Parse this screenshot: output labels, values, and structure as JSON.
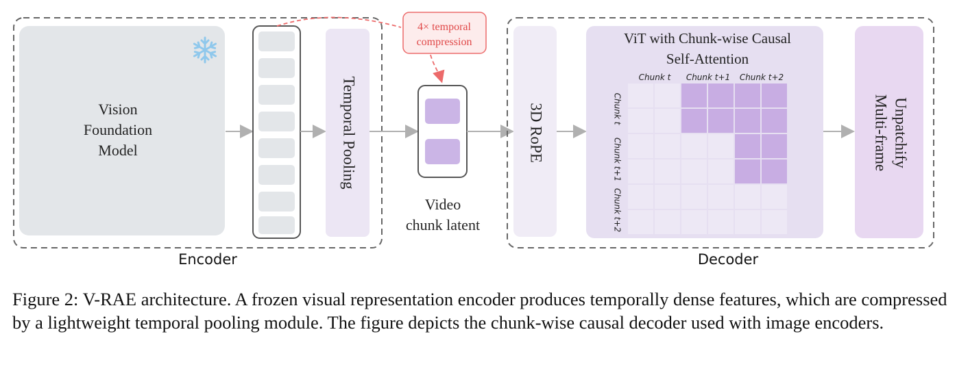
{
  "encoder": {
    "vfm_label": [
      "Vision",
      "Foundation",
      "Model"
    ],
    "pooling_label": "Temporal Pooling",
    "section_label": "Encoder",
    "frozen_icon": "snowflake-icon"
  },
  "compression_note": [
    "4× temporal",
    "compression"
  ],
  "latent": {
    "label": [
      "Video",
      "chunk latent"
    ]
  },
  "decoder": {
    "rope_label": "3D RoPE",
    "vit_title": [
      "ViT with Chunk-wise Causal",
      "Self-Attention"
    ],
    "chunk_cols": [
      "Chunk t",
      "Chunk t+1",
      "Chunk t+2"
    ],
    "chunk_rows": [
      "Chunk t",
      "Chunk t+1",
      "Chunk t+2"
    ],
    "unpatchify_label": [
      "Multi-frame",
      "Unpatchify"
    ],
    "section_label": "Decoder"
  },
  "attention_mask": [
    [
      0,
      0,
      1,
      1,
      1,
      1
    ],
    [
      0,
      0,
      1,
      1,
      1,
      1
    ],
    [
      0,
      0,
      0,
      0,
      1,
      1
    ],
    [
      0,
      0,
      0,
      0,
      1,
      1
    ],
    [
      0,
      0,
      0,
      0,
      0,
      0
    ],
    [
      0,
      0,
      0,
      0,
      0,
      0
    ]
  ],
  "colors": {
    "vfm_fill": "#e3e6e9",
    "token_fill": "#e3e6e9",
    "pool_fill": "#ece6f4",
    "latent_fill": "#cbb5e6",
    "vit_fill": "#e6dff1",
    "mask_filled": "#c8ade3",
    "mask_empty": "#ede8f5",
    "unpatchify_fill": "#e8d8f1",
    "note_red": "#ec6a6a"
  },
  "caption": "Figure 2: V-RAE architecture. A frozen visual representation encoder produces temporally dense features, which are compressed by a lightweight temporal pooling module. The figure depicts the chunk-wise causal decoder used with image encoders."
}
